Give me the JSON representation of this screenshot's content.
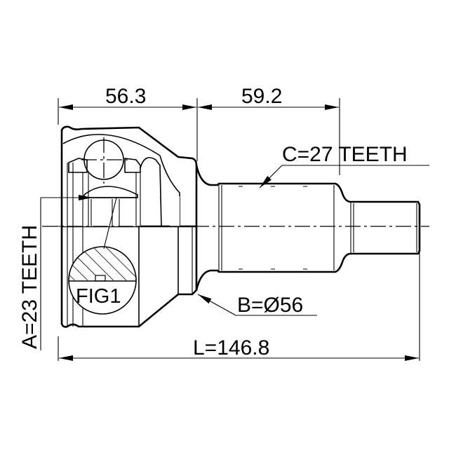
{
  "drawing": {
    "title": "CV joint outer (technical drawing)",
    "colors": {
      "line": "#000000",
      "background": "#ffffff"
    },
    "dimensions": {
      "housing_length": "56.3",
      "shaft_length": "59.2",
      "total_length": "L=146.8",
      "outer_diameter": "B=Ø56",
      "inner_spline": "A=23 TEETH",
      "outer_spline": "C=27 TEETH"
    },
    "detail_label": "FIG1"
  }
}
